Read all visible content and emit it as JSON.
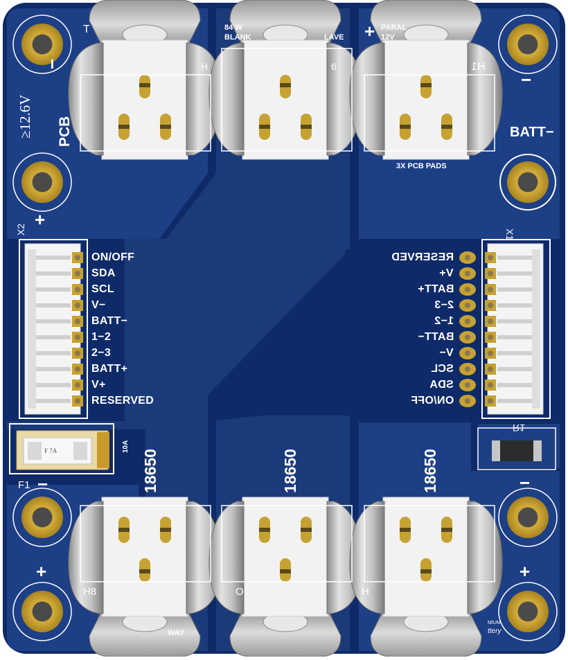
{
  "board": {
    "colors": {
      "pcb": "#1b3a7a",
      "pcb_dark": "#0f2a68",
      "copper_pad": "#c6a233",
      "silkscreen": "#ffffff",
      "holder_metal": "#b7b7b7",
      "holder_plastic": "#f2f2f2"
    },
    "left_connector": {
      "ref": "X2",
      "pins": [
        "ON/OFF",
        "SDA",
        "SCL",
        "V−",
        "BATT−",
        "1−2",
        "2−3",
        "BATT+",
        "V+",
        "RESERVED"
      ]
    },
    "right_connector": {
      "ref": "X1",
      "pins": [
        "RESERVED",
        "V+",
        "BATT+",
        "2−3",
        "1−2",
        "BATT−",
        "V−",
        "SCL",
        "SDA",
        "ON/OFF"
      ]
    },
    "top_labels": {
      "voltage": "≥12.6V",
      "pcb_text": "PCB",
      "center_line1": "84 W",
      "center_line1b": "LAVE",
      "center_line2": "BLANK",
      "right_note1": "PARAL",
      "right_note2": "12V",
      "pads_note": "3X PCB PADS",
      "batt_minus": "BATT−",
      "t_mark": "T",
      "h_mark_left": "H",
      "six_mark": "6",
      "h1_mark": "H1",
      "plus": "+",
      "minus": "−"
    },
    "bottom_labels": {
      "cell1": "18650",
      "cell2": "18650",
      "cell3": "18650",
      "fuse_ref": "F1",
      "fuse_rating": "10A",
      "fuse_body": "F 7A",
      "resistor_ref": "R1",
      "h8_mark": "H8",
      "h_mark": "H",
      "o_mark": "O",
      "way_text": "WAY",
      "maker_text": "MIUM",
      "maker_text2": "ttery",
      "plus": "+",
      "minus": "−"
    }
  }
}
